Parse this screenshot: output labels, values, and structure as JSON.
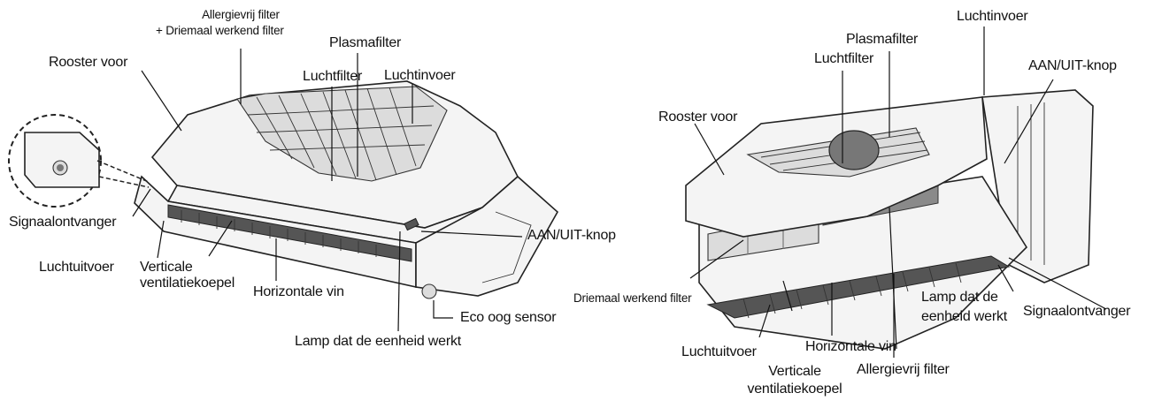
{
  "left_unit": {
    "labels": {
      "allergy_filter": "Allergievrij filter",
      "triple_filter": "+ Driemaal werkend filter",
      "plasma_filter": "Plasmafilter",
      "front_grille": "Rooster voor",
      "air_filter": "Luchtfilter",
      "air_inlet": "Luchtinvoer",
      "signal_receiver": "Signaalontvanger",
      "on_off_button": "AAN/UIT-knop",
      "air_outlet": "Luchtuitvoer",
      "vertical_louver_1": "Verticale",
      "vertical_louver_2": "ventilatiekoepel",
      "horizontal_vane": "Horizontale vin",
      "eco_eye_sensor": "Eco oog sensor",
      "operation_lamp": "Lamp dat de eenheid werkt"
    }
  },
  "right_unit": {
    "labels": {
      "air_inlet": "Luchtinvoer",
      "plasma_filter": "Plasmafilter",
      "air_filter": "Luchtfilter",
      "on_off_button": "AAN/UIT-knop",
      "front_grille": "Rooster voor",
      "triple_filter": "Driemaal werkend filter",
      "operation_lamp_1": "Lamp dat de",
      "operation_lamp_2": "eenheid werkt",
      "signal_receiver": "Signaalontvanger",
      "air_outlet": "Luchtuitvoer",
      "horizontal_vane": "Horizontale vin",
      "vertical_louver_1": "Verticale",
      "vertical_louver_2": "ventilatiekoepel",
      "allergy_filter": "Allergievrij filter"
    }
  }
}
